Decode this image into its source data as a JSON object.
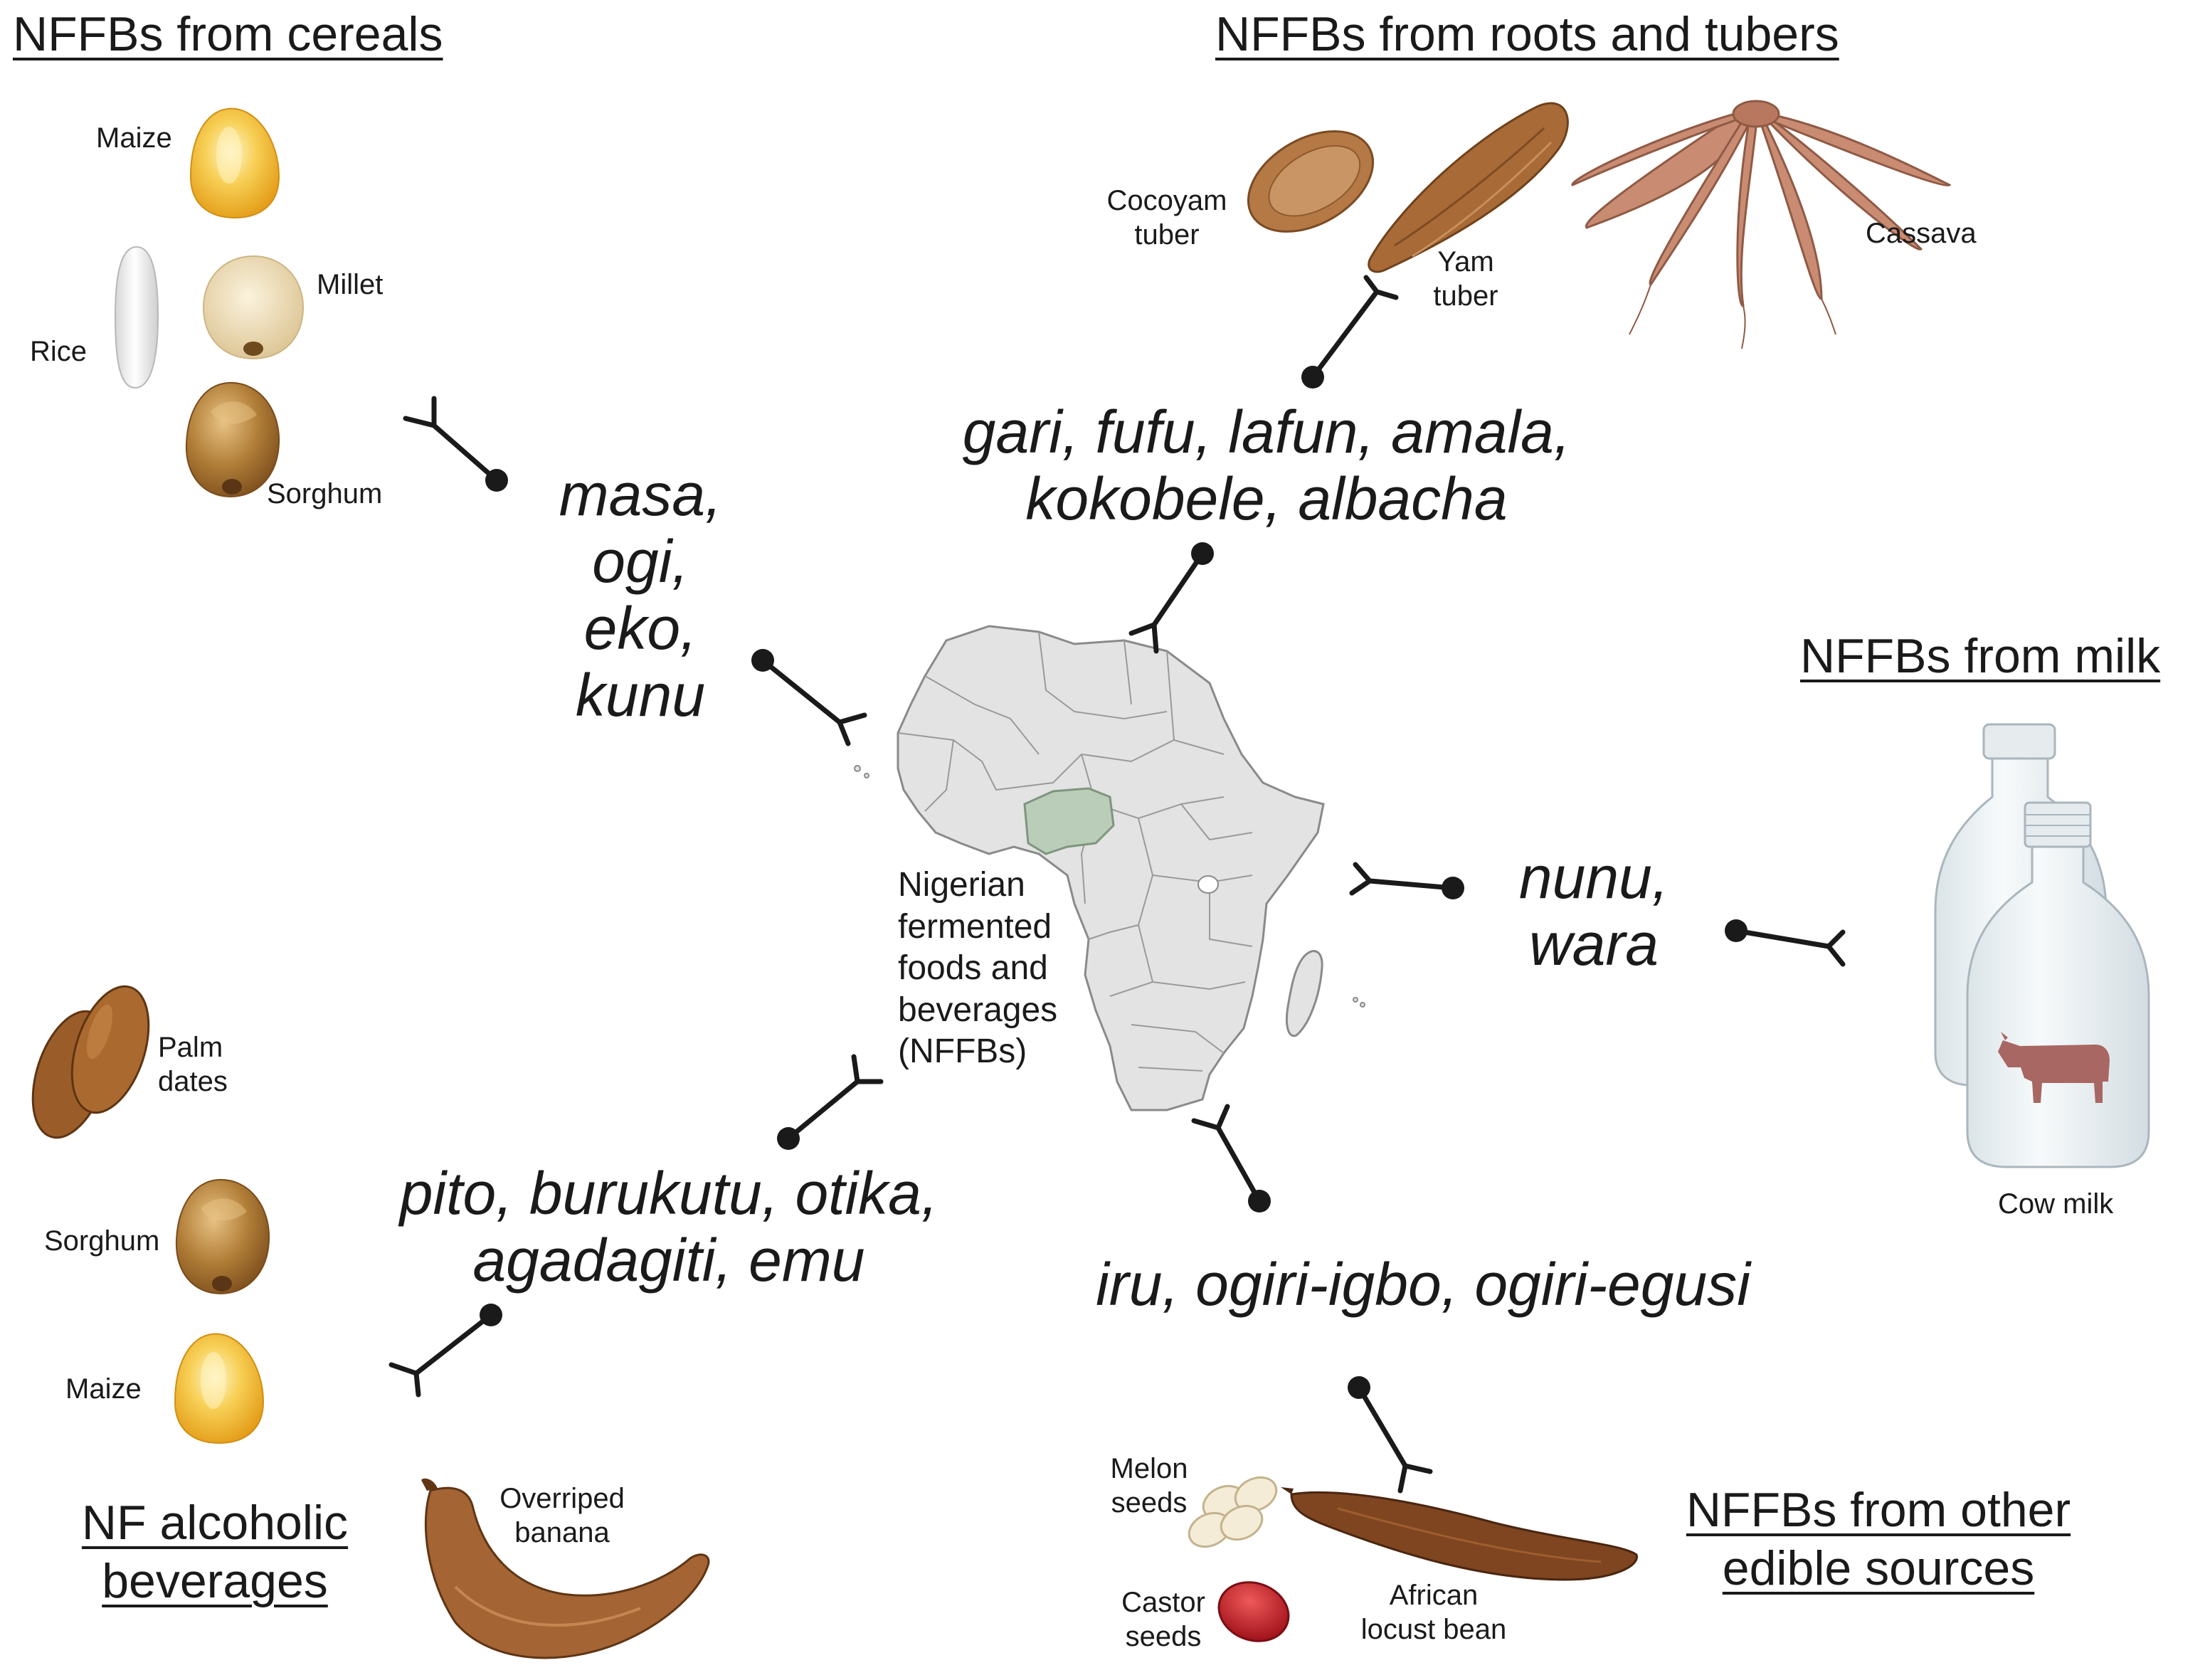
{
  "headings": {
    "cereals": "NFFBs from cereals",
    "roots_tubers": "NFFBs from roots and tubers",
    "milk": "NFFBs from milk",
    "alcoholic": [
      "NF alcoholic",
      "beverages"
    ],
    "other": [
      "NFFBs from other",
      "edible sources"
    ]
  },
  "foods": {
    "cereals": [
      "masa,",
      "ogi,",
      "eko,",
      "kunu"
    ],
    "roots_tubers": [
      "gari, fufu, lafun, amala,",
      "kokobele, albacha"
    ],
    "milk": [
      "nunu,",
      "wara"
    ],
    "alcoholic": [
      "pito, burukutu, otika,",
      "agadagiti, emu"
    ],
    "other": "iru, ogiri-igbo, ogiri-egusi"
  },
  "central_label": [
    "Nigerian",
    "fermented",
    "foods and",
    "beverages",
    "(NFFBs)"
  ],
  "ingredients": {
    "cereals": {
      "maize": "Maize",
      "millet": "Millet",
      "rice": "Rice",
      "sorghum": "Sorghum"
    },
    "roots_tubers": {
      "cocoyam": [
        "Cocoyam",
        "tuber"
      ],
      "yam": [
        "Yam",
        "tuber"
      ],
      "cassava": "Cassava"
    },
    "milk": {
      "cow_milk": "Cow milk"
    },
    "alcoholic": {
      "palm_dates": [
        "Palm",
        "dates"
      ],
      "sorghum": "Sorghum",
      "maize": "Maize",
      "banana": [
        "Overriped",
        "banana"
      ]
    },
    "other": {
      "melon": [
        "Melon",
        "seeds"
      ],
      "castor": [
        "Castor",
        "seeds"
      ],
      "locust": [
        "African",
        "locust bean"
      ]
    }
  },
  "colors": {
    "text": "#1a1a1a",
    "connector": "#1a1a1a",
    "map_fill": "#e3e3e3",
    "map_stroke": "#8a8a8a",
    "nigeria_fill": "#b9cdb9",
    "maize": "#f2b52a",
    "sorghum": "#a5702e",
    "millet": "#efdcb4",
    "tuber": "#a86a37",
    "cassava": "#c98c73",
    "banana": "#9a5a2e",
    "castor": "#c2242b",
    "bottle": "#eef2f4"
  }
}
